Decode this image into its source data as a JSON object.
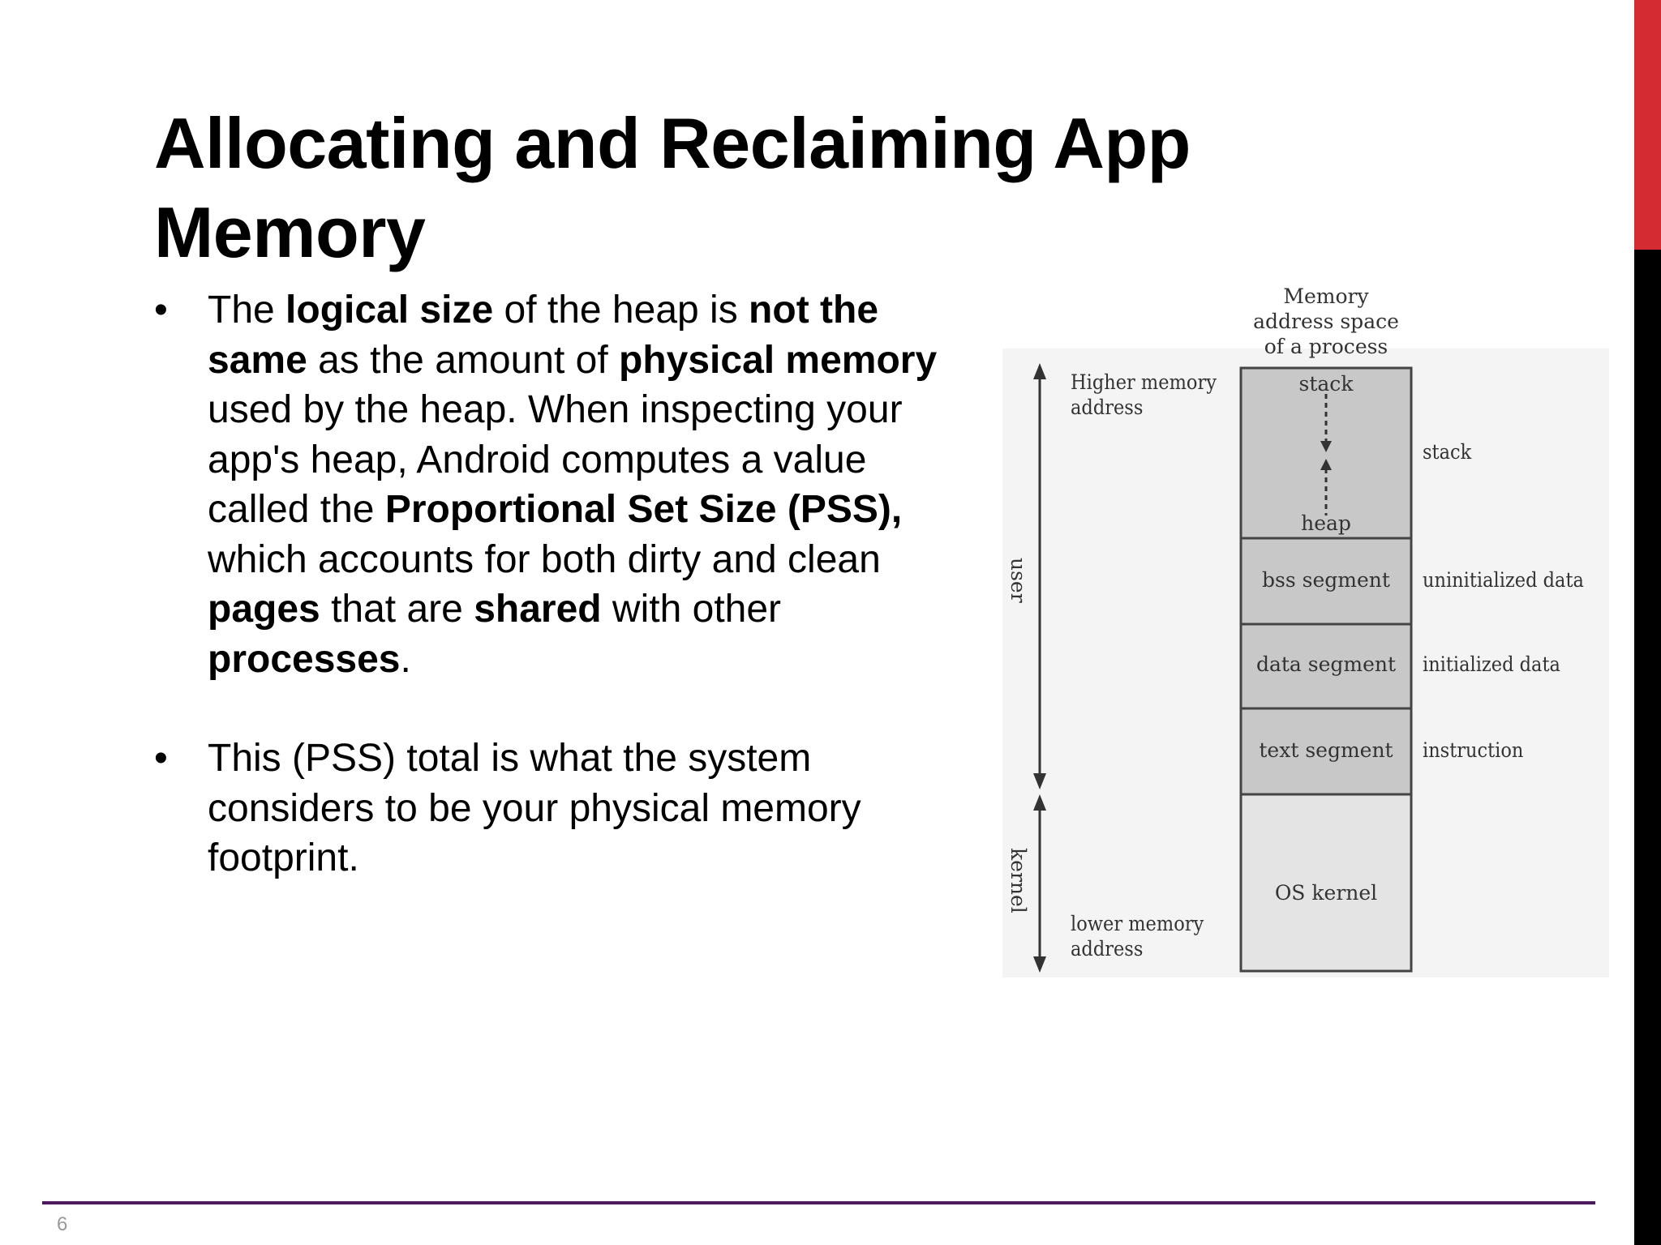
{
  "slide": {
    "title_line1": "Allocating and Reclaiming App",
    "title_line2": "Memory",
    "page_number": "6"
  },
  "bullets": [
    {
      "segments": [
        {
          "text": "The ",
          "bold": false
        },
        {
          "text": "logical size",
          "bold": true
        },
        {
          "text": " of the heap is ",
          "bold": false
        },
        {
          "text": "not the same",
          "bold": true
        },
        {
          "text": " as the amount of ",
          "bold": false
        },
        {
          "text": "physical memory",
          "bold": true
        },
        {
          "text": " used by the heap. When inspecting your app's heap, Android computes a value called the ",
          "bold": false
        },
        {
          "text": "Proportional Set Size (PSS),",
          "bold": true
        },
        {
          "text": " which accounts for both dirty and clean ",
          "bold": false
        },
        {
          "text": "pages",
          "bold": true
        },
        {
          "text": " that are ",
          "bold": false
        },
        {
          "text": "shared",
          "bold": true
        },
        {
          "text": " with other ",
          "bold": false
        },
        {
          "text": "processes",
          "bold": true
        },
        {
          "text": ".",
          "bold": false
        }
      ]
    },
    {
      "segments": [
        {
          "text": "This (PSS) total is what the system considers to be your physical memory footprint.",
          "bold": false
        }
      ]
    }
  ],
  "diagram": {
    "header": [
      "Memory",
      "address space",
      "of a process"
    ],
    "higher_address": [
      "Higher memory",
      "address"
    ],
    "lower_address": [
      "lower memory",
      "address"
    ],
    "user_label": "user",
    "kernel_label": "kernel",
    "stack_label": "stack",
    "heap_label": "heap",
    "segments": [
      "bss segment",
      "data segment",
      "text segment"
    ],
    "os_kernel": "OS kernel",
    "right_labels": [
      "stack",
      "uninitialized data",
      "initialized data",
      "instruction"
    ],
    "colors": {
      "user_block": "#c8c8c8",
      "kernel_block": "#e4e4e4",
      "accent_red": "#d42a32",
      "footer_line": "#4a1a5c"
    }
  }
}
